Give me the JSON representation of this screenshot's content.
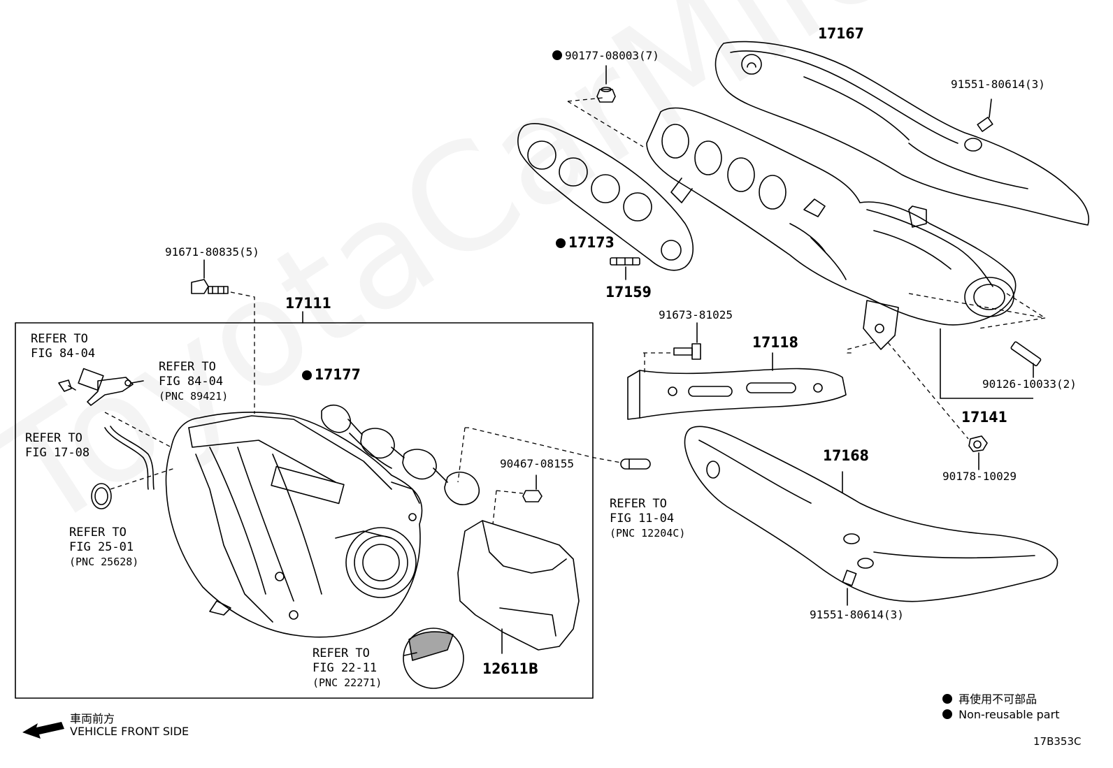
{
  "watermark": "ToyotaCarMiles.ru",
  "parts": {
    "p17167": "17167",
    "p90177": "90177-08003(7)",
    "p91551_top": "91551-80614(3)",
    "p17173": "17173",
    "p17159": "17159",
    "p91671": "91671-80835(5)",
    "p17111": "17111",
    "p91673": "91673-81025",
    "p17118": "17118",
    "p17177": "17177",
    "p90126": "90126-10033(2)",
    "p17141": "17141",
    "p90178": "90178-10029",
    "p17168": "17168",
    "p90467": "90467-08155",
    "p91551_bottom": "91551-80614(3)",
    "p12611B": "12611B"
  },
  "refs": {
    "fig84_04_a": [
      "REFER TO",
      "FIG 84-04"
    ],
    "fig84_04_b": [
      "REFER TO",
      "FIG 84-04",
      "(PNC 89421)"
    ],
    "fig17_08": [
      "REFER TO",
      "FIG 17-08"
    ],
    "fig25_01": [
      "REFER TO",
      "FIG 25-01",
      "(PNC 25628)"
    ],
    "fig11_04": [
      "REFER TO",
      "FIG 11-04",
      "(PNC 12204C)"
    ],
    "fig22_11": [
      "REFER TO",
      "FIG 22-11",
      "(PNC 22271)"
    ]
  },
  "direction": {
    "jp": "車両前方",
    "en": "VEHICLE FRONT SIDE"
  },
  "legend": {
    "jp": "再使用不可部品",
    "en": "Non-reusable part"
  },
  "figure_code": "17B353C"
}
